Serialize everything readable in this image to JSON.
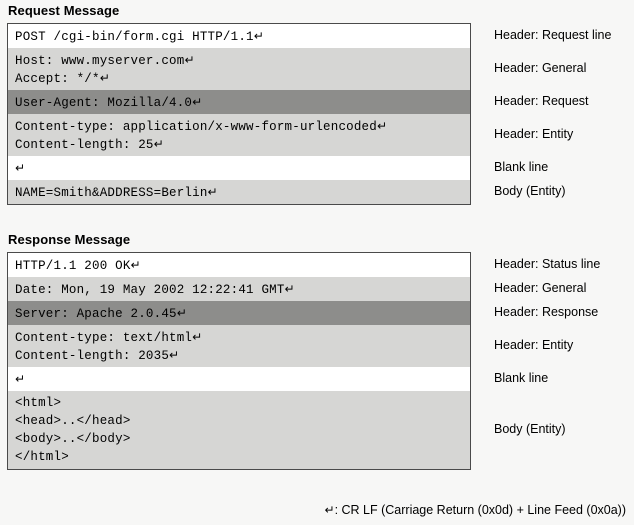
{
  "page": {
    "background_color": "#f7f7f6",
    "border_color": "#4a4a4a",
    "band_light_color": "#d6d6d4",
    "band_dark_color": "#8d8d8b",
    "band_white_color": "#ffffff"
  },
  "crlf_glyph": "↵",
  "request": {
    "title": "Request Message",
    "rows": [
      {
        "shade": "white",
        "annotation": "Header: Request line",
        "lines": [
          "POST /cgi-bin/form.cgi HTTP/1.1↵"
        ]
      },
      {
        "shade": "light",
        "annotation": "Header: General",
        "lines": [
          "Host: www.myserver.com↵",
          "Accept: */*↵"
        ]
      },
      {
        "shade": "dark",
        "annotation": "Header: Request",
        "lines": [
          "User-Agent: Mozilla/4.0↵"
        ]
      },
      {
        "shade": "light",
        "annotation": "Header: Entity",
        "lines": [
          "Content-type: application/x-www-form-urlencoded↵",
          "Content-length: 25↵"
        ]
      },
      {
        "shade": "white",
        "annotation": "Blank line",
        "lines": [
          "↵"
        ]
      },
      {
        "shade": "light",
        "annotation": "Body (Entity)",
        "lines": [
          "NAME=Smith&ADDRESS=Berlin↵"
        ]
      }
    ]
  },
  "response": {
    "title": "Response Message",
    "rows": [
      {
        "shade": "white",
        "annotation": "Header: Status line",
        "lines": [
          "HTTP/1.1 200 OK↵"
        ]
      },
      {
        "shade": "light",
        "annotation": "Header: General",
        "lines": [
          "Date: Mon, 19 May 2002 12:22:41 GMT↵"
        ]
      },
      {
        "shade": "dark",
        "annotation": "Header: Response",
        "lines": [
          "Server: Apache 2.0.45↵"
        ]
      },
      {
        "shade": "light",
        "annotation": "Header: Entity",
        "lines": [
          "Content-type: text/html↵",
          "Content-length: 2035↵"
        ]
      },
      {
        "shade": "white",
        "annotation": "Blank line",
        "lines": [
          "↵"
        ]
      },
      {
        "shade": "light",
        "annotation": "Body (Entity)",
        "lines": [
          "<html>",
          "<head>..</head>",
          "<body>..</body>",
          "</html>"
        ]
      }
    ]
  },
  "footnote": {
    "symbol": "↵",
    "text": ": CR LF (Carriage Return (0x0d) + Line Feed (0x0a))"
  }
}
